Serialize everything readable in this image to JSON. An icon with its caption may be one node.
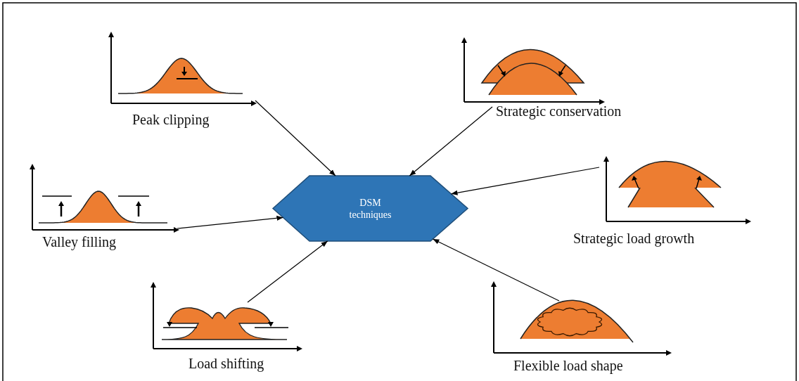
{
  "diagram": {
    "nodes": [
      {
        "text": [
          "Peak clipping"
        ]
      },
      {
        "text": [
          "Strategic conservation"
        ]
      },
      {
        "text": [
          "Valley filling"
        ]
      },
      {
        "text": [
          "DSM techniques"
        ]
      },
      {
        "text": [
          "Strategic load growth"
        ]
      },
      {
        "text": [
          "Load shifting"
        ]
      },
      {
        "text": [
          "Flexible load shape"
        ]
      }
    ],
    "edges": [
      {
        "from": 0,
        "to": 3,
        "arrow": "to"
      },
      {
        "from": 1,
        "to": 3,
        "arrow": "to"
      },
      {
        "from": 2,
        "to": 3,
        "arrow": "to"
      },
      {
        "from": 4,
        "to": 3,
        "arrow": "to"
      },
      {
        "from": 5,
        "to": 3,
        "arrow": "to"
      },
      {
        "from": 6,
        "to": 3,
        "arrow": "to"
      }
    ]
  }
}
